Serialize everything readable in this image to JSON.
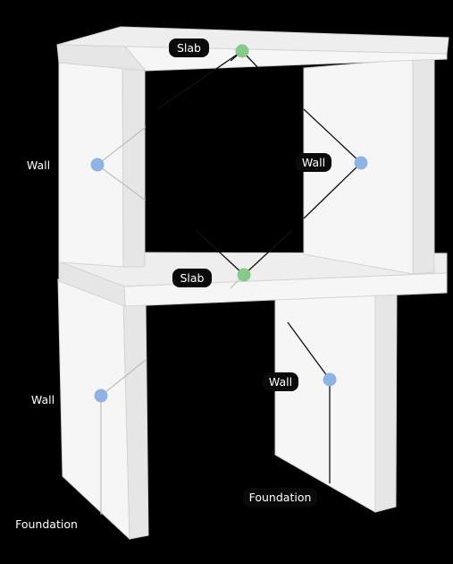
{
  "colors": {
    "background": "#000000",
    "surface_light": "#f6f6f6",
    "surface_mid": "#eeeeee",
    "surface_shade": "#e6e6e6",
    "edge": "#d4d4d4",
    "connector": "#111111",
    "node_wall": "#8fb4e3",
    "node_slab": "#86c98a",
    "pill_bg": "#0a0a0a",
    "pill_text": "#ffffff",
    "plain_text": "#ffffff"
  },
  "labels": {
    "slab_top": "Slab",
    "wall_left_upper": "Wall",
    "wall_right_upper": "Wall",
    "slab_middle": "Slab",
    "wall_left_lower": "Wall",
    "wall_right_lower": "Wall",
    "foundation_right": "Foundation",
    "foundation_left": "Foundation"
  },
  "nodes": [
    {
      "id": "slab-top-node",
      "kind": "slab"
    },
    {
      "id": "wall-left-upper-node",
      "kind": "wall"
    },
    {
      "id": "wall-right-upper-node",
      "kind": "wall"
    },
    {
      "id": "slab-middle-node",
      "kind": "slab"
    },
    {
      "id": "wall-left-lower-node",
      "kind": "wall"
    },
    {
      "id": "wall-right-lower-node",
      "kind": "wall"
    }
  ]
}
